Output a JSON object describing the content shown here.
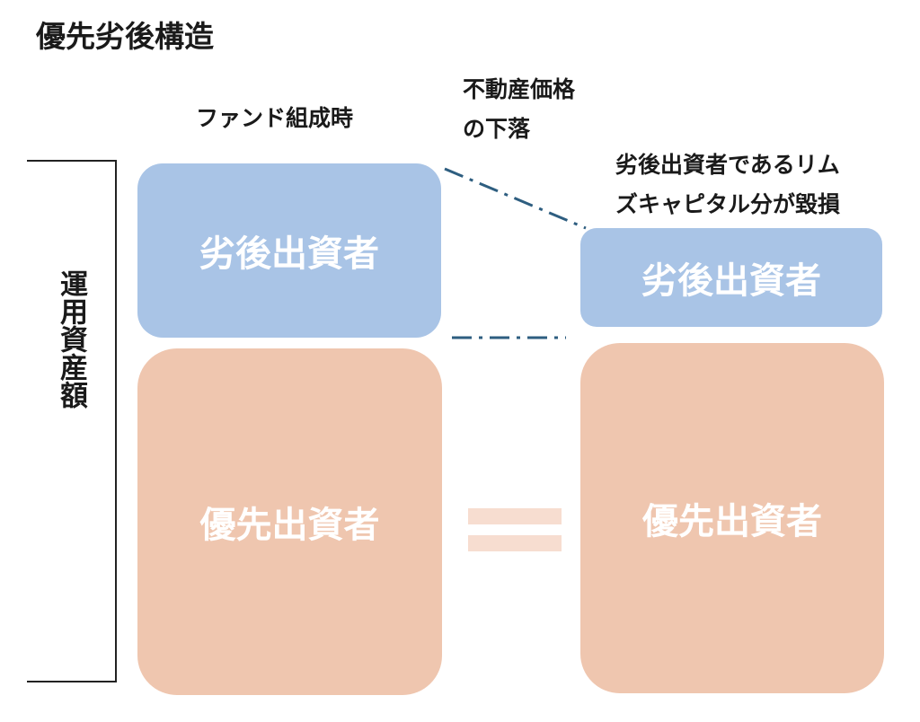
{
  "title": "優先劣後構造",
  "labels": {
    "initial": "ファンド組成時",
    "decline_line1": "不動産価格",
    "decline_line2": "の下落",
    "loss_line1": "劣後出資者であるリム",
    "loss_line2": "ズキャピタル分が毀損",
    "axis": "運用資産額"
  },
  "boxes": {
    "subordinated_before": "劣後出資者",
    "senior_before": "優先出資者",
    "subordinated_after": "劣後出資者",
    "senior_after": "優先出資者"
  },
  "colors": {
    "subordinated": "#a9c4e6",
    "senior": "#efc6af",
    "equals": "#f7ddd0",
    "dash_line": "#2e5e80",
    "text": "#1a1a1a"
  },
  "symbols": {
    "equals_icon": "equals-sign"
  }
}
